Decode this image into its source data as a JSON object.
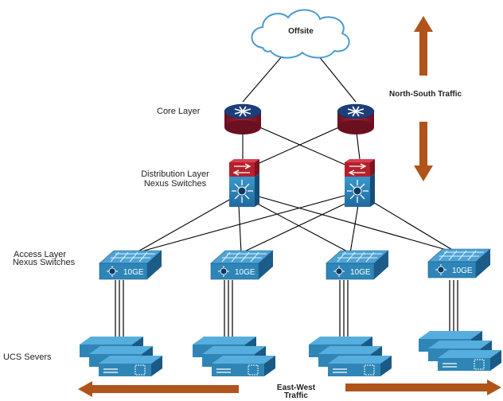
{
  "cloud": {
    "label": "Offsite"
  },
  "layers": {
    "core": "Core Layer",
    "distribution": [
      "Distribution Layer",
      "Nexus Switches"
    ],
    "access": [
      "Access Layer",
      "Nexus Switches"
    ],
    "ucs": "UCS Severs"
  },
  "traffic": {
    "north_south": "North-South Traffic",
    "east_west": [
      "East-West",
      "Traffic"
    ]
  },
  "access_switch_label": "10GE",
  "colors": {
    "arrow": "#b0541c",
    "router_top": "#1c3f7a",
    "router_body": "#8c1c2c",
    "dist_top": "#b4202c",
    "dist_body": "#1f6fa6",
    "access": "#2e86b8",
    "server": "#2f86b6",
    "cloud_stroke": "#4a9ad0"
  }
}
